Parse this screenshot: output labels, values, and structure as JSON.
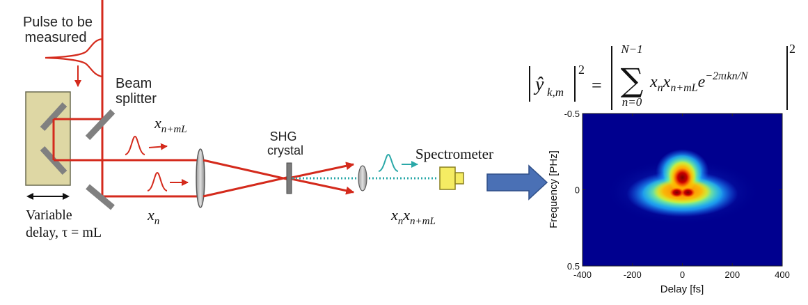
{
  "labels": {
    "pulse_line1": "Pulse to be",
    "pulse_line2": "measured",
    "beam_line1": "Beam",
    "beam_line2": "splitter",
    "shg_line1": "SHG",
    "shg_line2": "crystal",
    "spectrometer": "Spectrometer",
    "variable_line1": "Variable",
    "variable_line2": "delay, τ = mL",
    "x_nml_base": "x",
    "x_nml_sub": "n+mL",
    "x_n_base": "x",
    "x_n_sub": "n",
    "prod_base1": "x",
    "prod_sub1": "n",
    "prod_base2": "x",
    "prod_sub2": "n+mL"
  },
  "formula": {
    "lhs_symbol": "ŷ",
    "lhs_sub": "k,m",
    "power": "2",
    "equals": "=",
    "sum_upper": "N−1",
    "sum_lower": "n=0",
    "term_x1": "x",
    "term_x1_sub": "n",
    "term_x2": "x",
    "term_x2_sub": "n+mL",
    "term_e": "e",
    "exponent": "−2πιkn/N"
  },
  "colors": {
    "beam": "#d42a1c",
    "shg": "#2aa8a8",
    "crystal_box": "#ded7a4",
    "mirror": "#808080",
    "spectrometer": "#f5ec63",
    "arrow": "#4a70b5",
    "heatmap_bg": "#00008f"
  },
  "chart_data": {
    "type": "heatmap",
    "title": "",
    "xlabel": "Delay [fs]",
    "ylabel": "Frequency [PHz]",
    "xlim": [
      -400,
      400
    ],
    "ylim": [
      -0.5,
      0.5
    ],
    "x_ticks": [
      -400,
      -200,
      0,
      200,
      400
    ],
    "y_ticks": [
      -0.5,
      0,
      0.5
    ],
    "x_tick_labels": [
      "-400",
      "-200",
      "0",
      "200",
      "400"
    ],
    "y_tick_labels": [
      "-0.5",
      "0",
      "0.5"
    ],
    "y_axis_reversed": true,
    "colormap": "jet",
    "grid": false,
    "features": [
      {
        "delay_fs": 0,
        "frequency_phz": 0.0,
        "level": "peak"
      },
      {
        "delay_fs": 0,
        "frequency_phz": -0.15,
        "level": "high"
      },
      {
        "delay_fs": 0,
        "frequency_phz": 0.05,
        "level": "high"
      }
    ]
  }
}
